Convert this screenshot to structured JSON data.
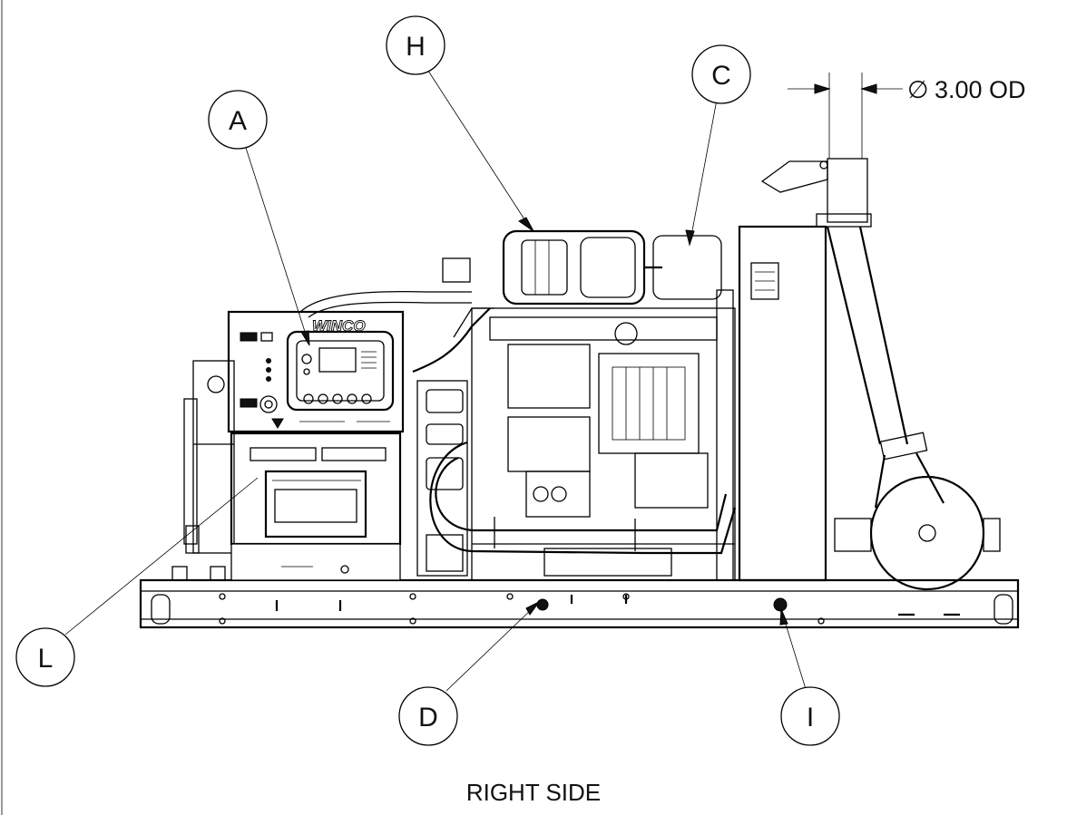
{
  "view_title": "RIGHT SIDE",
  "dimension": {
    "symbol": "∅",
    "value": "3.00 OD"
  },
  "brand_logo": "WINCO",
  "callouts": [
    {
      "letter": "H"
    },
    {
      "letter": "C"
    },
    {
      "letter": "A"
    },
    {
      "letter": "L"
    },
    {
      "letter": "D"
    },
    {
      "letter": "I"
    }
  ]
}
